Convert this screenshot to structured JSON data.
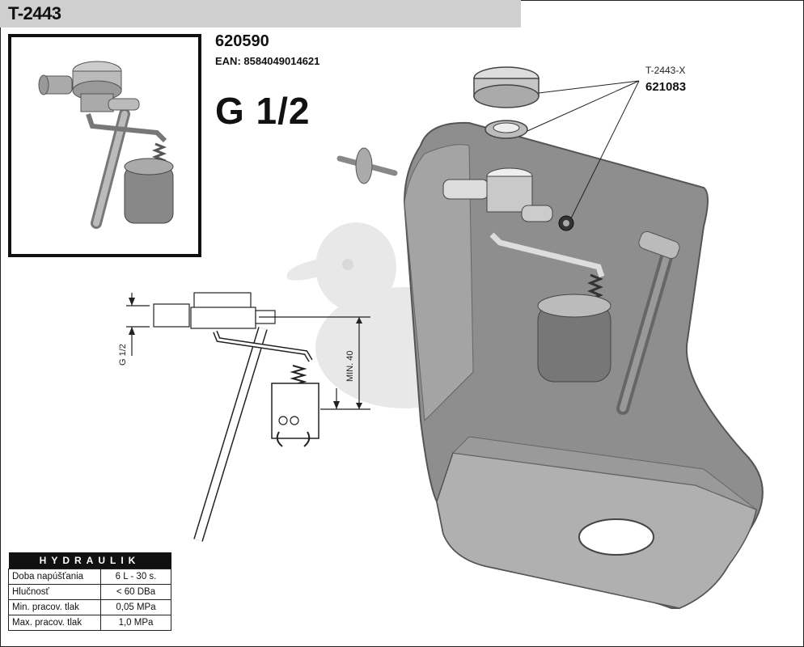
{
  "header": {
    "code": "T-2443"
  },
  "product": {
    "number": "620590",
    "ean": "EAN: 8584049014621",
    "thread": "G 1/2"
  },
  "spare_part": {
    "code": "T-2443-X",
    "number": "621083"
  },
  "dimensions": {
    "thread_label": "G 1/2",
    "min_label": "MIN. 40"
  },
  "table": {
    "title": "HYDRAULIK",
    "rows": [
      {
        "label": "Doba napúšťania",
        "value": "6 L - 30 s."
      },
      {
        "label": "Hlučnosť",
        "value": "< 60 DBa"
      },
      {
        "label": "Min. pracov. tlak",
        "value": "0,05 MPa"
      },
      {
        "label": "Max. pracov. tlak",
        "value": "1,0 MPa"
      }
    ]
  }
}
